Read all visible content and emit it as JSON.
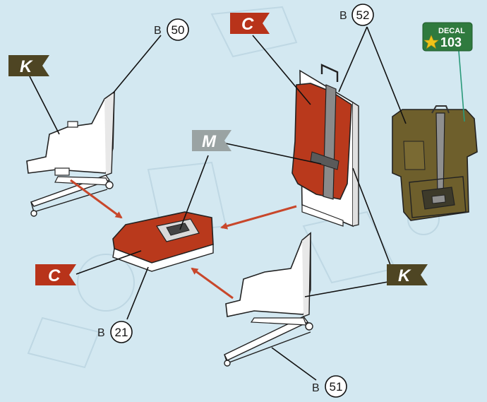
{
  "colors": {
    "background": "#d3e8f1",
    "flag_K": "#4e4523",
    "flag_C": "#b8331a",
    "flag_M": "#9aa3a3",
    "arrow": "#c8472b",
    "decal_box": "#2f7a3e",
    "decal_star": "#f0c419",
    "decal_line": "#2a9a7a",
    "seat_white": "#ffffff",
    "cushion_red": "#b9391c",
    "pack_olive": "#6e5f2c"
  },
  "flags": {
    "k_top": "K",
    "c_top": "C",
    "m_mid": "M",
    "c_left": "C",
    "k_right": "K"
  },
  "parts": {
    "p50": {
      "prefix": "B",
      "number": "50"
    },
    "p52": {
      "prefix": "B",
      "number": "52"
    },
    "p21": {
      "prefix": "B",
      "number": "21"
    },
    "p51": {
      "prefix": "B",
      "number": "51"
    }
  },
  "decal": {
    "label": "DECAL",
    "number": "103"
  }
}
